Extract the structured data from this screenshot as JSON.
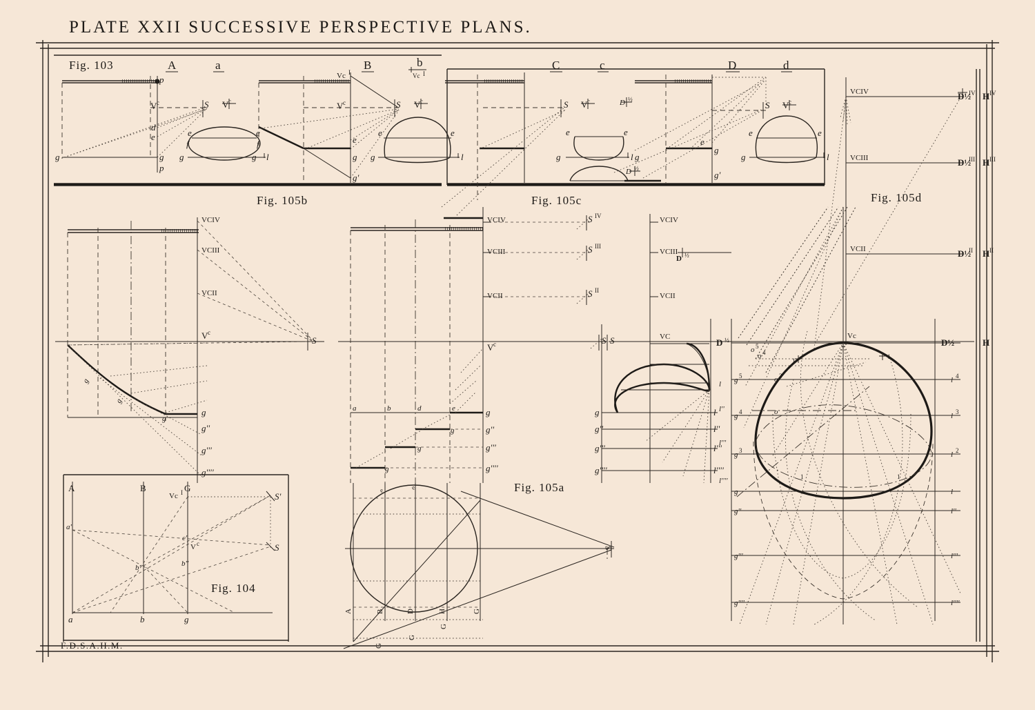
{
  "plate": {
    "title": "PLATE XXII  SUCCESSIVE PERSPECTIVE PLANS.",
    "signature": "F.D.S.A.H.M.",
    "paper_color": "#f6e7d7",
    "ink_color": "#1d1a17"
  },
  "figures": {
    "fig103": "Fig. 103",
    "fig104": "Fig. 104",
    "fig105a": "Fig. 105a",
    "fig105b": "Fig. 105b",
    "fig105c": "Fig. 105c",
    "fig105d": "Fig. 105d"
  },
  "panel_headers": {
    "A": "A",
    "a": "a",
    "B": "B",
    "b": "b",
    "C": "C",
    "c": "c",
    "D": "D",
    "d": "d"
  },
  "fig103": {
    "p_top": "p",
    "p_bottom": "p",
    "Vc_left": "V",
    "Vc_left_sup": "c",
    "S": "S",
    "Vc_right": "V",
    "Vc_right_sup": "c",
    "d": "d",
    "e": "e",
    "g_left": "g",
    "g_right": "g"
  },
  "panel_a": {
    "e_left": "e",
    "e_right": "e",
    "f_left": "f",
    "f_right": "f",
    "g": "g",
    "l": "l"
  },
  "panel_B": {
    "Vc1": "Vc",
    "Vc1_sup": "I",
    "S": "S",
    "Vc": "V",
    "Vc_sup": "c",
    "e_mid": "e",
    "g": "g",
    "g_prime": "g'",
    "b_over_vc": "b",
    "vc1_lower": "Vc",
    "vc1_lower_sup": "I"
  },
  "panel_b": {
    "e_left": "e",
    "e_right": "e",
    "g": "g",
    "l": "l"
  },
  "panel_C": {
    "S": "S",
    "Vc": "V",
    "Vc_sup": "c",
    "D_half": "D",
    "D_half_sup": "½"
  },
  "panel_c": {
    "e_left": "e",
    "e_right": "e",
    "g": "g",
    "l": "l"
  },
  "panel_D": {
    "S": "S",
    "Vc": "V",
    "Vc_sup": "c",
    "e": "e",
    "g": "g",
    "g_prime": "g'",
    "D_half": "D",
    "D_half_sup": "½"
  },
  "panel_d": {
    "e_left": "e",
    "e_right": "e",
    "g": "g",
    "l": "l"
  },
  "fig105d": {
    "VCIV": "VCIV",
    "VCIII": "VCIII",
    "VCII": "VCII",
    "D_half_IV": "D½",
    "D_half_IV_sup": "IV",
    "H_IV": "H",
    "H_IV_sup": "IV",
    "D_half_III": "D½",
    "D_half_III_sup": "III",
    "H_III": "H",
    "H_III_sup": "III",
    "D_half_II": "D½",
    "D_half_II_sup": "II",
    "H_II": "H",
    "H_II_sup": "II"
  },
  "left_mid": {
    "VCIV": "VCIV",
    "VCIII": "VCIII",
    "VCII": "VCII",
    "Vc": "V",
    "Vc_sup": "c",
    "S": "S",
    "g": "g",
    "g2": "g",
    "g2_sup": "2",
    "g3": "g",
    "g3_sup": "3",
    "g4": "g",
    "g4_sup": "4",
    "gp2": "g''",
    "gp3": "g'''",
    "gp4": "g''''"
  },
  "fig104": {
    "A": "A",
    "B": "B",
    "G": "G",
    "a_prime": "a'",
    "c_prime": "c'",
    "VcI": "Vc",
    "VcI_sup": "I",
    "Vc": "V",
    "Vc_sup": "c",
    "b_prime": "b'",
    "b_dprime": "b''",
    "S": "S",
    "S_prime": "S'",
    "a": "a",
    "b": "b",
    "g": "g"
  },
  "fig105a": {
    "VCIV": "VCIV",
    "VCIII": "VCIII",
    "VCII": "VCII",
    "Vc": "V",
    "Vc_sup": "c",
    "S4": "S",
    "S4_sup": "IV",
    "S3": "S",
    "S3_sup": "III",
    "S2": "S",
    "S2_sup": "II",
    "S": "S",
    "a": "a",
    "b": "b",
    "d": "d",
    "e": "e",
    "g": "g",
    "gp2": "g''",
    "gp3": "g'''",
    "gp4": "g'''' ",
    "g2": "g",
    "g2_sup": "2",
    "g3": "g",
    "g3_sup": "3",
    "g4": "g",
    "g4_sup": "4",
    "circle_A": "A",
    "circle_B": "B",
    "circle_D": "D",
    "circle_H": "H",
    "circle_G": "G",
    "G1": "G",
    "G2": "G",
    "G3": "G",
    "G4": "G",
    "S_apex": "S",
    "e1": "e",
    "e2": "e"
  },
  "right_small": {
    "S": "S",
    "Vc": "VC",
    "D_half": "D",
    "D_half_sup": "½",
    "g": "g",
    "gp2": "g''",
    "gp3": "g'''",
    "gp4": "g''''",
    "l": "l",
    "lp2": "l''",
    "lp3": "l'''",
    "lp4": "l''''"
  },
  "right_main": {
    "D_half_left": "D",
    "D_half_left_sup": "½",
    "D_half_right": "D½",
    "H": "H",
    "Vc": "Vc",
    "l4": "l",
    "l4_sup": "4",
    "l3": "l",
    "l3_sup": "3",
    "l2": "l",
    "l2_sup": "2",
    "l": "l",
    "lp2": "l''",
    "lp3": "l'''",
    "lp4": "l''''",
    "g5": "g",
    "g5_sup": "5",
    "g4": "g",
    "g4_sup": "4",
    "g3": "g",
    "g3_sup": "3",
    "g": "g",
    "gp2": "g''",
    "gp3": "g'''",
    "gp4": "g''''",
    "o": "o",
    "o2": "o",
    "o2_sup": "2",
    "o3": "o",
    "o3_sup": "3",
    "o4": "o",
    "o4_sup": "4",
    "o5": "o",
    "o5_sup": "5",
    "tick1": "1",
    "tick2": "1",
    "tick3": "1",
    "tick4": "1",
    "ll": "l",
    "ll2": "l''",
    "ll3": "l'''",
    "ll4": "l''''"
  },
  "chart_data": {
    "type": "diagram",
    "title": "PLATE XXII  SUCCESSIVE PERSPECTIVE PLANS.",
    "description": "Engineering / descriptive-geometry engraving plate showing successive perspective plans: Fig.103 (panels A a B b C c D d), Fig.104, Fig.105a, Fig.105b, Fig.105c, Fig.105d."
  }
}
